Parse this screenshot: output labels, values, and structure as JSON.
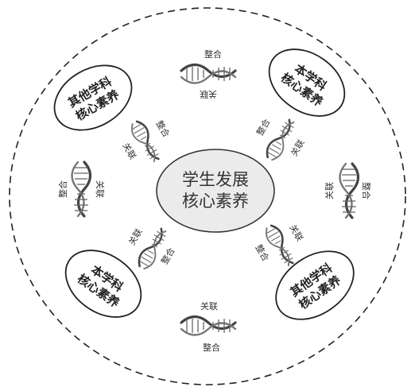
{
  "center": {
    "line1": "学生发展",
    "line2": "核心素养"
  },
  "ovals": {
    "top_left": {
      "line1": "其他学科",
      "line2": "核心素养"
    },
    "top_right": {
      "line1": "本学科",
      "line2": "核心素养"
    },
    "bottom_left": {
      "line1": "本学科",
      "line2": "核心素养"
    },
    "bottom_right": {
      "line1": "其他学科",
      "line2": "核心素养"
    }
  },
  "connectors": {
    "top": {
      "label_a": "整合",
      "label_b": "关联"
    },
    "bottom": {
      "label_a": "关联",
      "label_b": "整合"
    },
    "left": {
      "label_a": "整合",
      "label_b": "关联"
    },
    "right": {
      "label_a": "关联",
      "label_b": "整合"
    },
    "diag_top_left": {
      "label_a": "关联",
      "label_b": "整合"
    },
    "diag_top_right": {
      "label_a": "整合",
      "label_b": "关联"
    },
    "diag_bottom_left": {
      "label_a": "关联",
      "label_b": "整合"
    },
    "diag_bottom_right": {
      "label_a": "整合",
      "label_b": "关联"
    }
  },
  "icons": {
    "helix": "dna-helix-icon"
  },
  "colors": {
    "stroke": "#333333",
    "center_fill": "#ebebeb",
    "oval_fill": "#ffffff",
    "helix_dark": "#444444"
  }
}
